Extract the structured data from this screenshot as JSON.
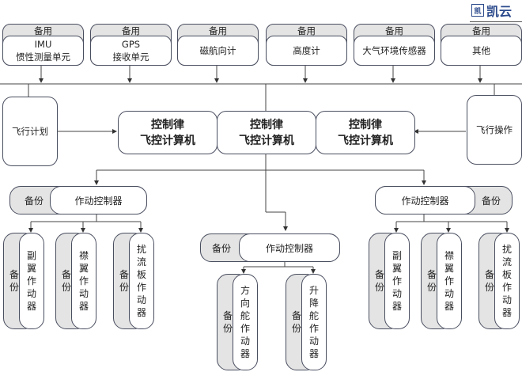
{
  "logo": {
    "mark": "凯",
    "text": "凯云"
  },
  "sensors": [
    {
      "header": "备用",
      "line1": "IMU",
      "line2": "惯性测量单元"
    },
    {
      "header": "备用",
      "line1": "GPS",
      "line2": "接收单元"
    },
    {
      "header": "备用",
      "line1": "磁航向计",
      "line2": ""
    },
    {
      "header": "备用",
      "line1": "高度计",
      "line2": ""
    },
    {
      "header": "备用",
      "line1": "大气环境传感器",
      "line2": ""
    },
    {
      "header": "备用",
      "line1": "其他",
      "line2": ""
    }
  ],
  "flight_plan": "飞行计划",
  "flight_ops": "飞行操作",
  "computers": [
    {
      "line1": "控制律",
      "line2": "飞控计算机"
    },
    {
      "line1": "控制律",
      "line2": "飞控计算机"
    },
    {
      "line1": "控制律",
      "line2": "飞控计算机"
    }
  ],
  "controllers": [
    {
      "backup": "备份",
      "label": "作动控制器"
    },
    {
      "backup": "备份",
      "label": "作动控制器"
    },
    {
      "backup": "备份",
      "label": "作动控制器"
    }
  ],
  "actuators_left": [
    {
      "backup": "备\n份",
      "label": "副\n翼\n作\n动\n器"
    },
    {
      "backup": "备\n份",
      "label": "襟\n翼\n作\n动\n器"
    },
    {
      "backup": "备\n份",
      "label": "扰\n流\n板\n作\n动\n器"
    }
  ],
  "actuators_center": [
    {
      "backup": "备\n份",
      "label": "方\n向\n舵\n作\n动\n器"
    },
    {
      "backup": "备\n份",
      "label": "升\n降\n舵\n作\n动\n器"
    }
  ],
  "actuators_right": [
    {
      "backup": "备\n份",
      "label": "副\n翼\n作\n动\n器"
    },
    {
      "backup": "备\n份",
      "label": "襟\n翼\n作\n动\n器"
    },
    {
      "backup": "备\n份",
      "label": "扰\n流\n板\n作\n动\n器"
    }
  ]
}
